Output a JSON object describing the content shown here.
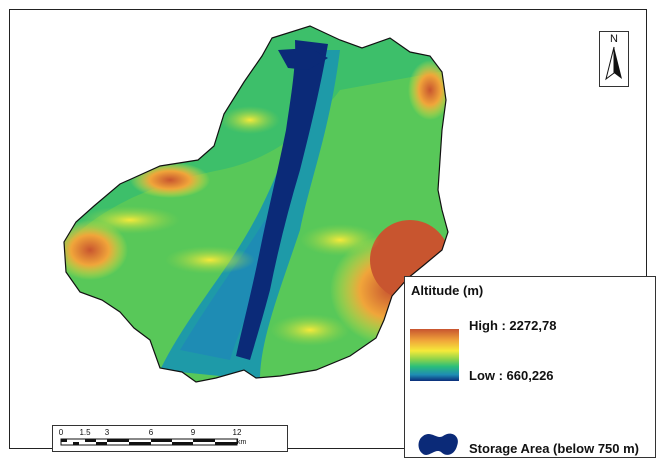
{
  "legend": {
    "title": "Altitude (m)",
    "high_label": "High : 2272,78",
    "low_label": "Low : 660,226",
    "storage_label": "Storage Area (below 750 m)",
    "ramp_colors": [
      "#c8552f",
      "#f0a53a",
      "#f5ea3a",
      "#8fd34a",
      "#2bbf7a",
      "#1e8cb4",
      "#0a2d7a"
    ]
  },
  "north_arrow": {
    "letter": "N",
    "icon": "north-arrow-icon"
  },
  "scalebar": {
    "ticks": [
      "0",
      "1.5",
      "3",
      "6",
      "9",
      "12"
    ],
    "unit": "km"
  },
  "colors": {
    "storage": "#0b2a78",
    "outline": "#111111"
  }
}
